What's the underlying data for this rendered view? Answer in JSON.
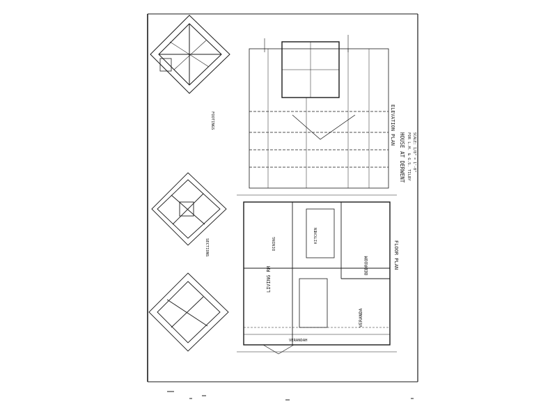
{
  "colors": {
    "ink": "#1a1a1a",
    "paper": "#ffffff"
  },
  "titles": {
    "elevation_plan": "ELEVATION PLAN",
    "floor_plan": "FLOOR PLAN",
    "house_title": "HOUSE AT DERWENT",
    "house_subtitle": "FOR L.H. & G.S. TILBY",
    "scale_note": "SCALE: 1/8\" = 1'-0\""
  },
  "rooms": {
    "living": "LIVING RM",
    "bedroom": "BEDROOM",
    "veranda": "VERANDA",
    "kitchen": "KITCHEN",
    "dining": "DINING"
  },
  "notes": {
    "sections": "SECTIONS",
    "footings": "FOOTINGS",
    "verandah": "VERANDAH"
  }
}
